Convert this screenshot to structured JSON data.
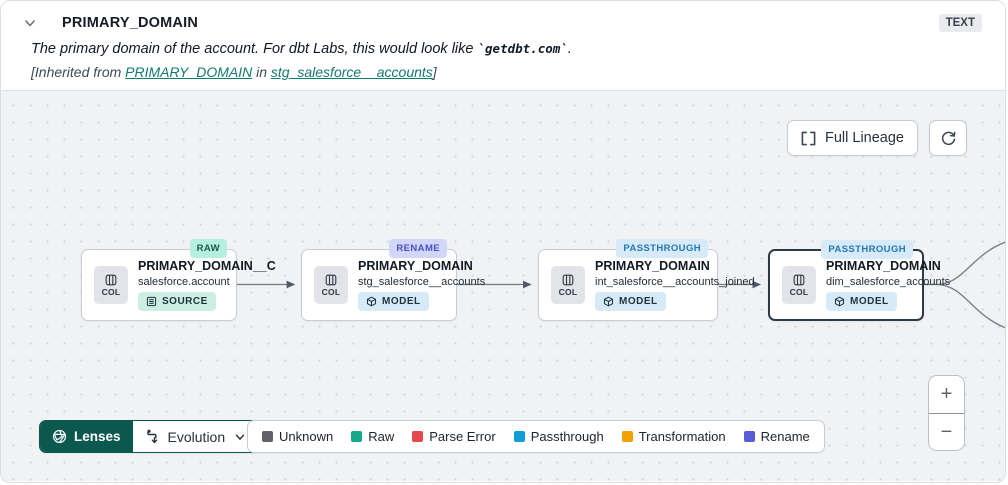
{
  "header": {
    "title": "PRIMARY_DOMAIN",
    "type_badge": "TEXT",
    "description_prefix": "The primary domain of the account. For dbt Labs, this would look like ",
    "description_code": "`getdbt.com`",
    "description_suffix": ".",
    "inherited_prefix": "[Inherited from ",
    "inherited_link_column": "PRIMARY_DOMAIN",
    "inherited_middle": " in ",
    "inherited_link_model": "stg_salesforce__accounts",
    "inherited_suffix": "]"
  },
  "toolbar": {
    "full_lineage_label": "Full Lineage"
  },
  "nodes": [
    {
      "tag": "RAW",
      "title": "PRIMARY_DOMAIN__C",
      "subtitle": "salesforce.account",
      "badge": "SOURCE",
      "col_label": "COL"
    },
    {
      "tag": "RENAME",
      "title": "PRIMARY_DOMAIN",
      "subtitle": "stg_salesforce__accounts",
      "badge": "MODEL",
      "col_label": "COL"
    },
    {
      "tag": "PASSTHROUGH",
      "title": "PRIMARY_DOMAIN",
      "subtitle": "int_salesforce__accounts_joined",
      "badge": "MODEL",
      "col_label": "COL"
    },
    {
      "tag": "PASSTHROUGH",
      "title": "PRIMARY_DOMAIN",
      "subtitle": "dim_salesforce_accounts",
      "badge": "MODEL",
      "col_label": "COL",
      "selected": true
    }
  ],
  "footer": {
    "lenses_label": "Lenses",
    "lens_selected": "Evolution",
    "legend": [
      {
        "label": "Unknown",
        "color": "#5f6368"
      },
      {
        "label": "Raw",
        "color": "#17a88c"
      },
      {
        "label": "Parse Error",
        "color": "#e5484d"
      },
      {
        "label": "Passthrough",
        "color": "#0f9fd8"
      },
      {
        "label": "Transformation",
        "color": "#f2a100"
      },
      {
        "label": "Rename",
        "color": "#5a5bd7"
      }
    ]
  },
  "zoom_controls": {
    "zoom_in": "+",
    "zoom_out": "−"
  }
}
